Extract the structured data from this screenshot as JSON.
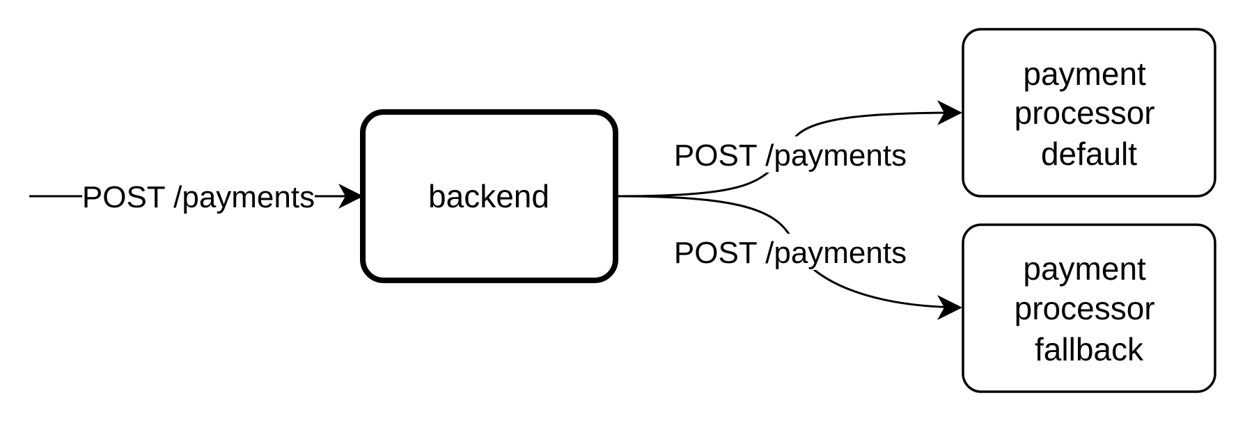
{
  "colors": {
    "stroke": "#000000",
    "fill": "#ffffff",
    "text": "#000000"
  },
  "nodes": {
    "backend": {
      "label": "backend"
    },
    "processor_default": {
      "lines": [
        "payment",
        "processor",
        "default"
      ]
    },
    "processor_fallback": {
      "lines": [
        "payment",
        "processor",
        "fallback"
      ]
    }
  },
  "edges": {
    "incoming": {
      "label": "POST /payments"
    },
    "to_default": {
      "label": "POST /payments"
    },
    "to_fallback": {
      "label": "POST /payments"
    }
  }
}
